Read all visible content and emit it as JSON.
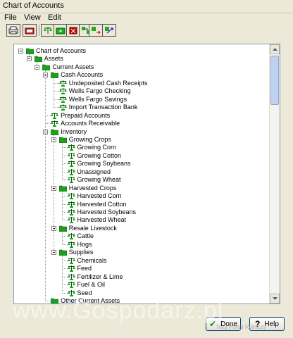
{
  "window": {
    "title": "Chart of Accounts"
  },
  "menu": [
    "File",
    "View",
    "Edit"
  ],
  "toolbar": [
    "print-icon",
    "folder-icon",
    "balance-icon",
    "add-icon",
    "delete-icon",
    "transfer-icon",
    "transfer-arrow-icon",
    "scale-arrow-icon"
  ],
  "tree": [
    {
      "label": "Chart of Accounts",
      "level": 0,
      "kind": "folder",
      "expanded": true
    },
    {
      "label": "Assets",
      "level": 1,
      "kind": "folder",
      "expanded": true
    },
    {
      "label": "Current Assets",
      "level": 2,
      "kind": "folder",
      "expanded": true
    },
    {
      "label": "Cash Accounts",
      "level": 3,
      "kind": "folder",
      "expanded": true
    },
    {
      "label": "Undeposited Cash Receipts",
      "level": 4,
      "kind": "account"
    },
    {
      "label": "Wells Fargo Checking",
      "level": 4,
      "kind": "account"
    },
    {
      "label": "Wells Fargo Savings",
      "level": 4,
      "kind": "account"
    },
    {
      "label": "Import Transaction Bank",
      "level": 4,
      "kind": "account"
    },
    {
      "label": "Prepaid Accounts",
      "level": 3,
      "kind": "account"
    },
    {
      "label": "Accounts Receivable",
      "level": 3,
      "kind": "account"
    },
    {
      "label": "Inventory",
      "level": 3,
      "kind": "folder",
      "expanded": true
    },
    {
      "label": "Growing Crops",
      "level": 4,
      "kind": "folder",
      "expanded": true
    },
    {
      "label": "Growing Corn",
      "level": 5,
      "kind": "account"
    },
    {
      "label": "Growing Cotton",
      "level": 5,
      "kind": "account"
    },
    {
      "label": "Growing Soybeans",
      "level": 5,
      "kind": "account"
    },
    {
      "label": "Unassigned",
      "level": 5,
      "kind": "account"
    },
    {
      "label": "Growing Wheat",
      "level": 5,
      "kind": "account"
    },
    {
      "label": "Harvested Crops",
      "level": 4,
      "kind": "folder",
      "expanded": true
    },
    {
      "label": "Harvested Corn",
      "level": 5,
      "kind": "account"
    },
    {
      "label": "Harvested Cotton",
      "level": 5,
      "kind": "account"
    },
    {
      "label": "Harvested Soybeans",
      "level": 5,
      "kind": "account"
    },
    {
      "label": "Harvested Wheat",
      "level": 5,
      "kind": "account"
    },
    {
      "label": "Resale Livestock",
      "level": 4,
      "kind": "folder",
      "expanded": true
    },
    {
      "label": "Cattle",
      "level": 5,
      "kind": "account"
    },
    {
      "label": "Hogs",
      "level": 5,
      "kind": "account"
    },
    {
      "label": "Supplies",
      "level": 4,
      "kind": "folder",
      "expanded": true
    },
    {
      "label": "Chemicals",
      "level": 5,
      "kind": "account"
    },
    {
      "label": "Feed",
      "level": 5,
      "kind": "account"
    },
    {
      "label": "Fertilizer & Lime",
      "level": 5,
      "kind": "account"
    },
    {
      "label": "Fuel & Oil",
      "level": 5,
      "kind": "account"
    },
    {
      "label": "Seed",
      "level": 5,
      "kind": "account"
    },
    {
      "label": "Other Current Assets",
      "level": 3,
      "kind": "folder"
    }
  ],
  "buttons": {
    "done": "Done",
    "help": "Help"
  },
  "watermark": {
    "main": "www.Gospodarz.pl",
    "sub": "Twój Portal Rolniczy"
  },
  "colors": {
    "folder": "#1e9e1e",
    "account": "#1e9e1e",
    "selection": "#316ac5"
  }
}
